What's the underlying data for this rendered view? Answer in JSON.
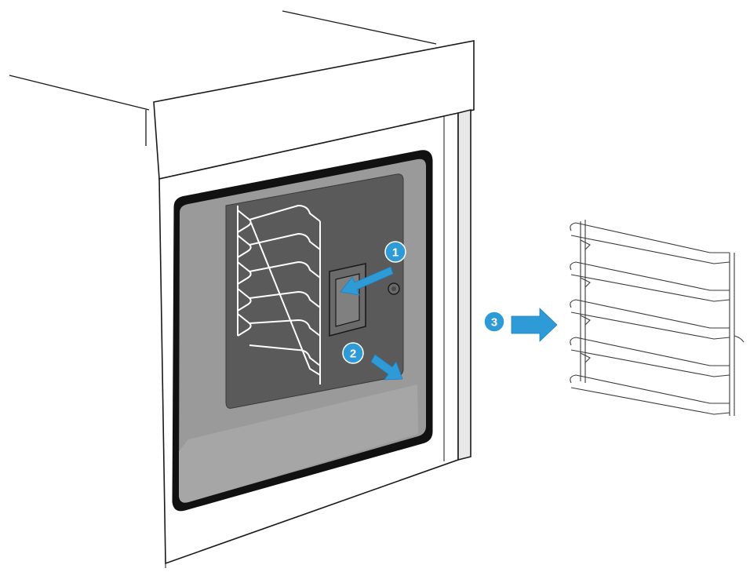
{
  "diagram": {
    "steps": [
      {
        "number": "1",
        "action": "pull-left"
      },
      {
        "number": "2",
        "action": "pull-down-right"
      },
      {
        "number": "3",
        "action": "remove"
      }
    ],
    "colors": {
      "accent": "#2f9bd6",
      "accent_dark": "#1f7fbf",
      "line": "#1a1a1a",
      "cavity_gray": "#9a9a9a",
      "back_panel_gray": "#555555",
      "seal_black": "#111111",
      "rack_wire": "#ffffff"
    }
  }
}
